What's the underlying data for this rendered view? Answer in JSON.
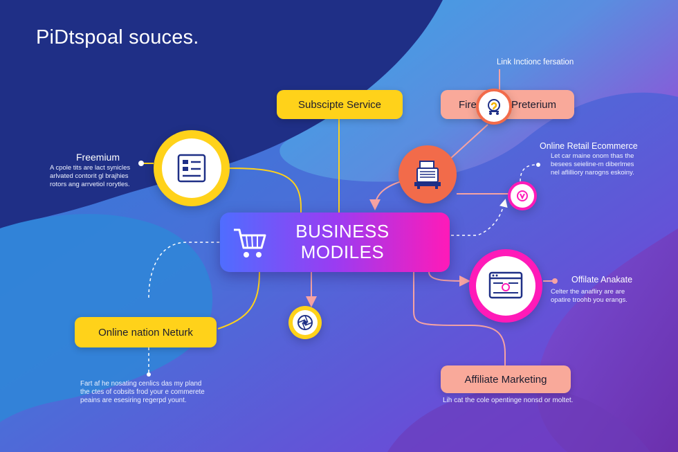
{
  "page": {
    "title": "PiDtspoal souces."
  },
  "center": {
    "line1": "BUSINESS",
    "line2": "MODILES",
    "icon": "shopping-cart-icon"
  },
  "nodes": {
    "subscription": {
      "label": "Subscipte Service"
    },
    "premium": {
      "label_left": "Firet",
      "label_right": "Preterium",
      "icon": "shop-badge-icon"
    },
    "link_info": {
      "label": "Link Inctionc fersation"
    },
    "freemium": {
      "title": "Freemium",
      "desc": "A cpole tits are lact synicles\narlvated contorit gl brajhies\nrotors ang arrvetiol rorytles.",
      "icon": "document-form-icon"
    },
    "online_retail": {
      "title": "Online Retail Ecommerce",
      "desc": "Let car maine onom thas the\nbesees seieline-m diberlmes\nnel aflilliory narogns eskoiny.",
      "icon": "register-icon",
      "small_icon": "currency-icon"
    },
    "affiliate_right": {
      "title": "Offilate Anakate",
      "desc": "Celter the anafliry are are\nopatire troohb you erangs.",
      "icon": "browser-window-icon"
    },
    "network": {
      "label": "Online nation Neturk",
      "desc": "Fart af he nosating cenlics das my pland\nthe ctes of cobsits frod your e commerete\npeains are esesiring regerpd yount.",
      "small_icon": "aperture-icon"
    },
    "affiliate_marketing": {
      "label": "Affiliate Marketing",
      "desc": "Lih cat the cole opentinge nonsd or moltet."
    }
  },
  "colors": {
    "yellow": "#ffd21a",
    "salmon": "#f9a99a",
    "magenta": "#ff1ab8",
    "orange": "#f26b4a",
    "navy": "#1e2f86"
  }
}
